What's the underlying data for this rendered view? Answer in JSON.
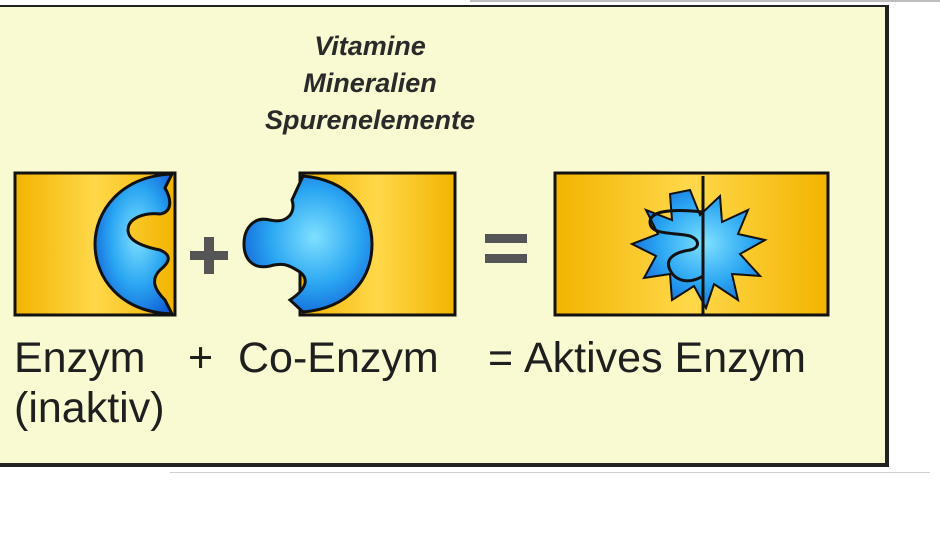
{
  "cofactors": [
    "Vitamine",
    "Mineralien",
    "Spurenelemente"
  ],
  "operators": {
    "plus": "+",
    "equals": "="
  },
  "labels": {
    "enzyme": "Enzym",
    "enzyme_state": "(inaktiv)",
    "plus": "+",
    "coenzyme": "Co-Enzym",
    "equals": "=",
    "active_enzyme": "Aktives Enzym"
  },
  "colors": {
    "background": "#fafad2",
    "box_fill": "#f6c800",
    "shape_fill": "#1f8ee8",
    "outline": "#111111"
  }
}
